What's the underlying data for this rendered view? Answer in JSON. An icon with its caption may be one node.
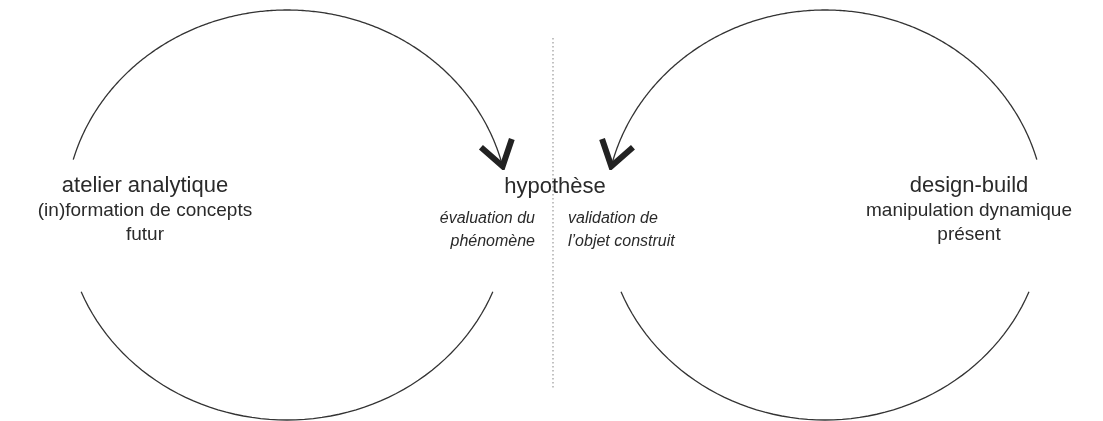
{
  "diagram": {
    "nodes": [
      {
        "text": [
          "atelier analytique",
          "(in)formation de concepts",
          "futur"
        ]
      },
      {
        "text": [
          "hypothèse"
        ]
      },
      {
        "text": [
          "design-build",
          "manipulation dynamique",
          "présent"
        ]
      }
    ],
    "edges": [
      {
        "from": 0,
        "to": 1,
        "arrow": "to"
      },
      {
        "from": 2,
        "to": 1,
        "arrow": "to"
      }
    ],
    "labels": [
      "évaluation du phénomène",
      "validation de l’objet construit"
    ]
  }
}
